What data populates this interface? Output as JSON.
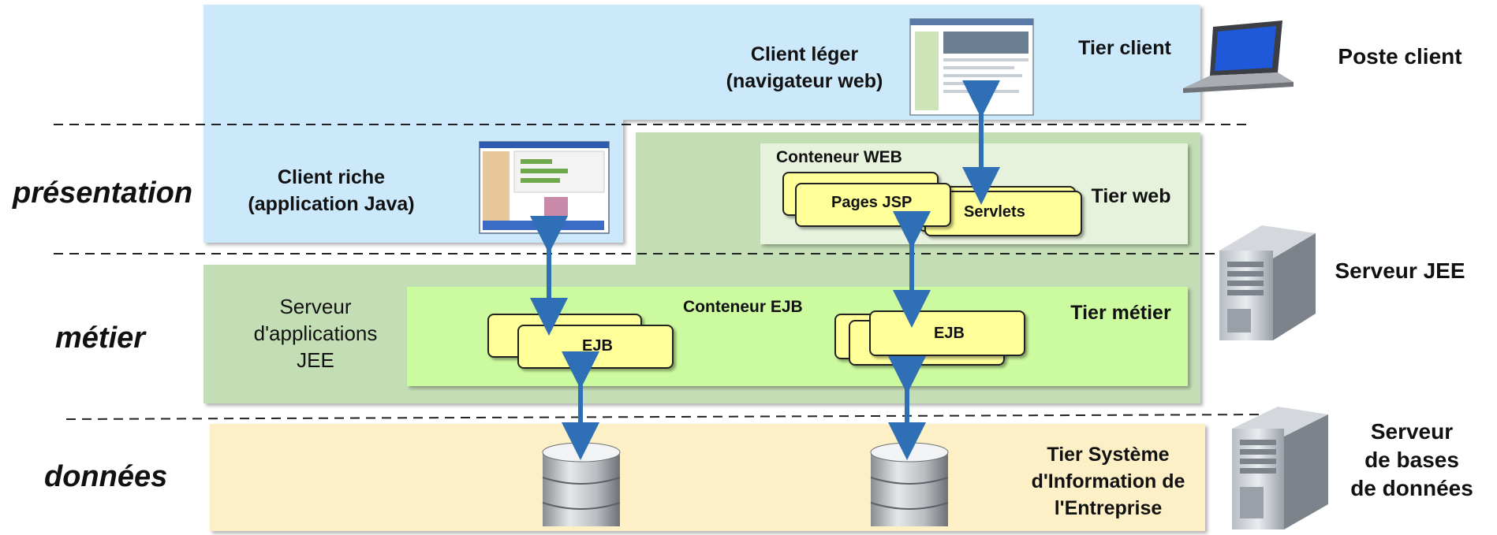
{
  "layers": {
    "presentation": "présentation",
    "metier": "métier",
    "donnees": "données"
  },
  "machines": {
    "poste_client": "Poste client",
    "serveur_jee": "Serveur JEE",
    "serveur_bd": [
      "Serveur",
      "de bases",
      "de données"
    ]
  },
  "client_tier": {
    "title": "Tier client",
    "thin_client": [
      "Client léger",
      "(navigateur web)"
    ],
    "rich_client": [
      "Client riche",
      "(application Java)"
    ]
  },
  "web_tier": {
    "title": "Tier web",
    "container": "Conteneur WEB",
    "pages": "Pages JSP",
    "servlets": "Servlets"
  },
  "business_tier": {
    "title": "Tier métier",
    "app_server": [
      "Serveur",
      "d'applications",
      "JEE"
    ],
    "container": "Conteneur EJB",
    "ejb1": "EJB",
    "ejb2": "EJB"
  },
  "eis_tier": {
    "title": [
      "Tier Système",
      "d'Information de",
      "l'Entreprise"
    ]
  },
  "colors": {
    "client_bg": "#cce9fb",
    "server_bg": "#c3ddb4",
    "web_container_bg": "#e6f2dc",
    "ejb_container_bg": "#ccfa9e",
    "data_bg": "#fdf0c6",
    "card_bg": "#ffff99",
    "arrow": "#2f6fb5"
  }
}
